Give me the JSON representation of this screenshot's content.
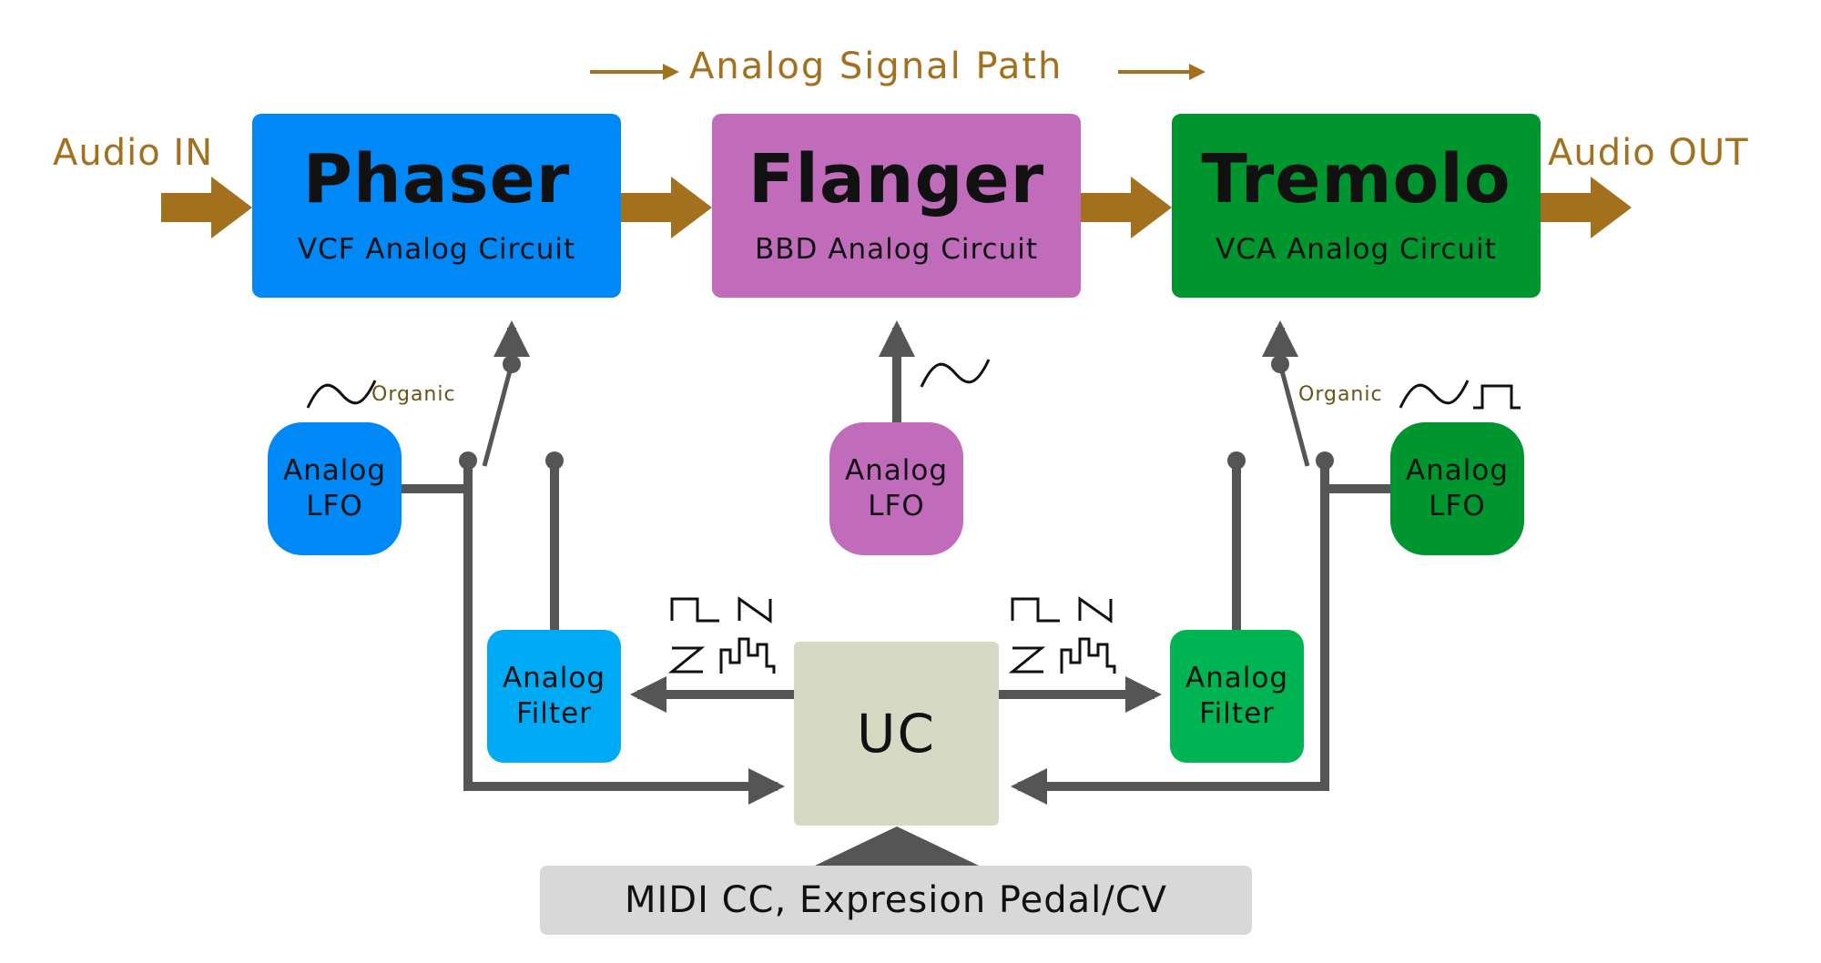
{
  "header": {
    "title": "Analog Signal Path"
  },
  "io": {
    "input": "Audio IN",
    "output": "Audio OUT"
  },
  "effects": {
    "phaser": {
      "title": "Phaser",
      "subtitle": "VCF Analog Circuit"
    },
    "flanger": {
      "title": "Flanger",
      "subtitle": "BBD Analog Circuit"
    },
    "tremolo": {
      "title": "Tremolo",
      "subtitle": "VCA Analog Circuit"
    }
  },
  "lfos": {
    "phaser_lfo": {
      "line1": "Analog",
      "line2": "LFO"
    },
    "flanger_lfo": {
      "line1": "Analog",
      "line2": "LFO"
    },
    "tremolo_lfo": {
      "line1": "Analog",
      "line2": "LFO"
    }
  },
  "filters": {
    "left": {
      "line1": "Analog",
      "line2": "Filter"
    },
    "right": {
      "line1": "Analog",
      "line2": "Filter"
    }
  },
  "organic_labels": {
    "left": "Organic",
    "right": "Organic"
  },
  "controller": {
    "label": "UC"
  },
  "control_input": {
    "label": "MIDI CC, Expresion Pedal/CV"
  },
  "colors": {
    "audio_arrow": "#a3701e",
    "phaser": "#0088f7",
    "flanger": "#c06cbb",
    "tremolo": "#00962f",
    "phaser_lfo": "#0088f7",
    "flanger_lfo": "#c06cbb",
    "tremolo_lfo": "#00962f",
    "filter_left": "#00aaf4",
    "filter_right": "#00b454",
    "controller": "#d6d9c3",
    "control_input": "#d8d8d8",
    "wires": "#555555"
  },
  "icons": {
    "lfo_wave": "sine-wave-icon",
    "waveforms": [
      "square-wave-icon",
      "sawtooth-up-icon",
      "sawtooth-down-icon",
      "random-steps-icon"
    ]
  }
}
